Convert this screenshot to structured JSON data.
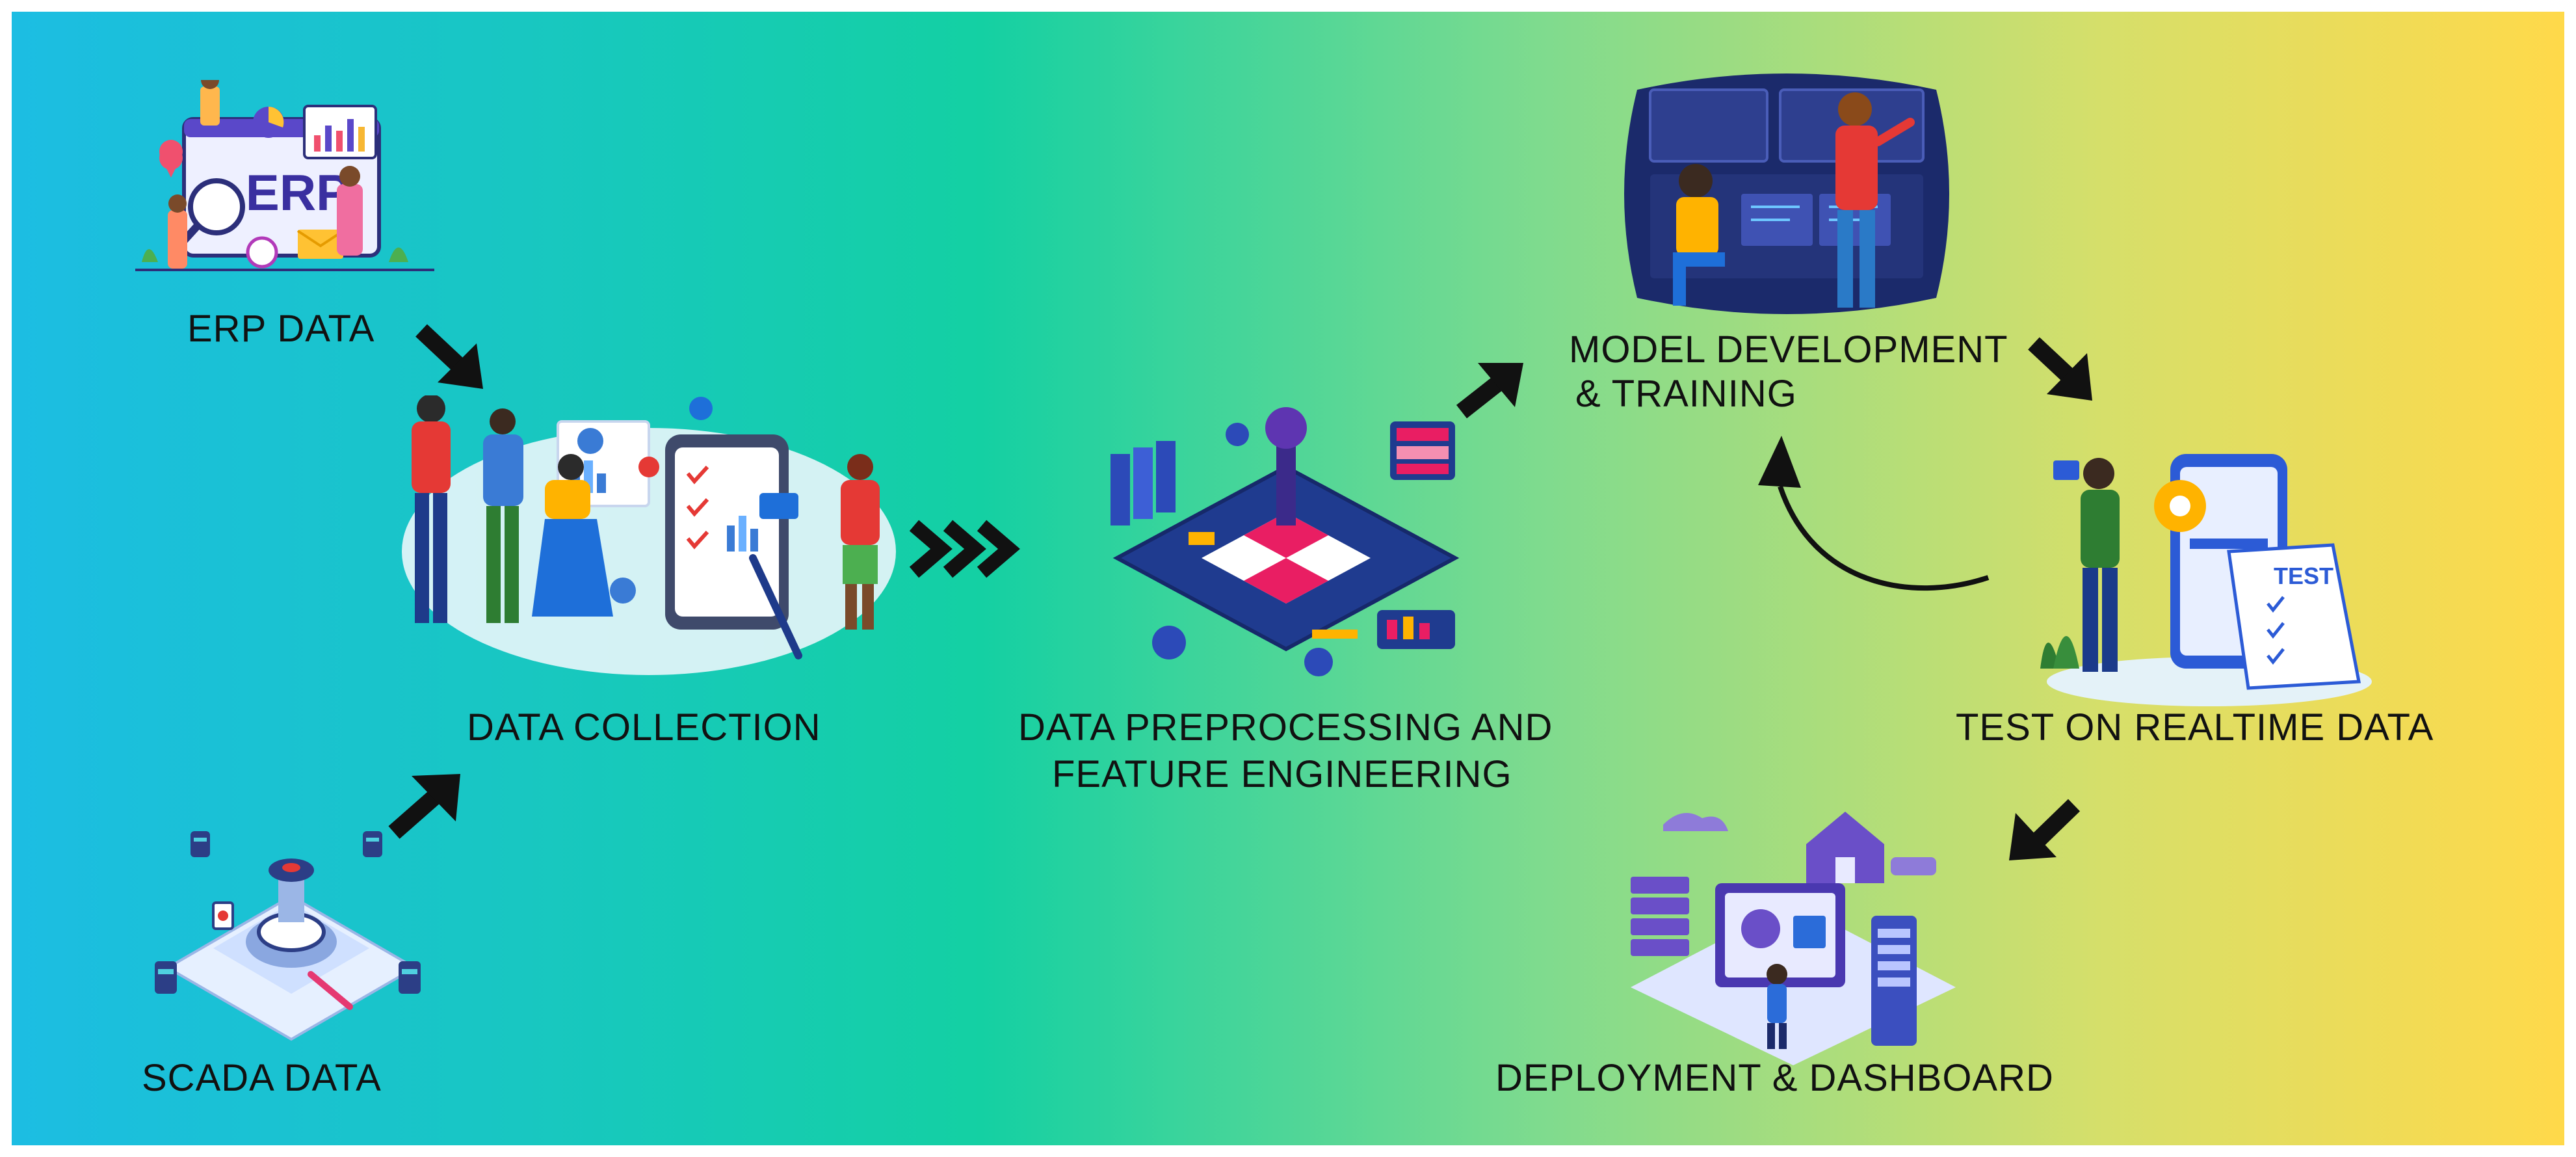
{
  "diagram": {
    "nodes": {
      "erp": {
        "label": "ERP DATA",
        "badge": "ERP"
      },
      "scada": {
        "label": "SCADA DATA"
      },
      "collection": {
        "label": "DATA COLLECTION"
      },
      "preprocessing": {
        "line1": "DATA PREPROCESSING AND",
        "line2": "FEATURE ENGINEERING"
      },
      "model": {
        "line1": "MODEL DEVELOPMENT",
        "line2": "& TRAINING"
      },
      "test": {
        "label": "TEST ON REALTIME DATA",
        "badge": "TEST"
      },
      "deployment": {
        "label": "DEPLOYMENT & DASHBOARD"
      }
    },
    "edges": [
      {
        "from": "erp",
        "to": "collection"
      },
      {
        "from": "scada",
        "to": "collection"
      },
      {
        "from": "collection",
        "to": "preprocessing"
      },
      {
        "from": "preprocessing",
        "to": "model"
      },
      {
        "from": "model",
        "to": "test"
      },
      {
        "from": "test",
        "to": "model"
      },
      {
        "from": "test",
        "to": "deployment"
      }
    ]
  },
  "colors": {
    "gradient_left": "#1cbde3",
    "gradient_mid": "#17d1a6",
    "gradient_right": "#fdd94a",
    "arrow": "#111111",
    "label": "#111111"
  }
}
